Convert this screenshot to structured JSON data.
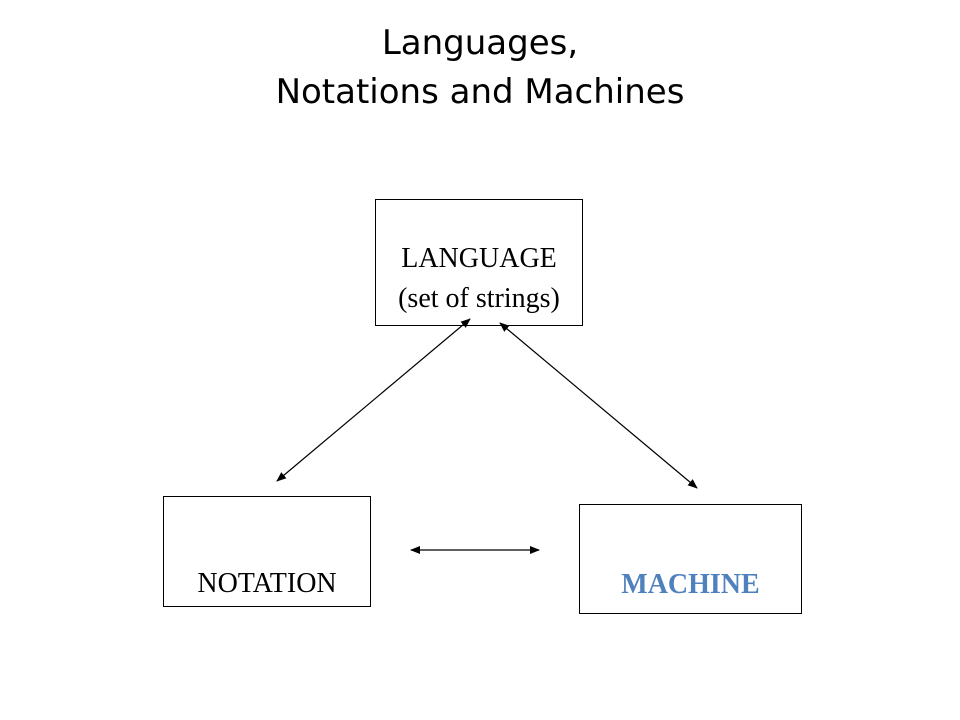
{
  "title": {
    "line1": "Languages,",
    "line2": "Notations and Machines"
  },
  "nodes": {
    "language": {
      "label": "LANGUAGE",
      "sublabel": "(set of strings)"
    },
    "notation": {
      "label": "NOTATION"
    },
    "machine": {
      "label": "MACHINE",
      "color": "#4f81bd"
    }
  },
  "edges": [
    {
      "from": "language",
      "to": "notation",
      "direction": "both"
    },
    {
      "from": "language",
      "to": "machine",
      "direction": "both"
    },
    {
      "from": "notation",
      "to": "machine",
      "direction": "both"
    }
  ]
}
